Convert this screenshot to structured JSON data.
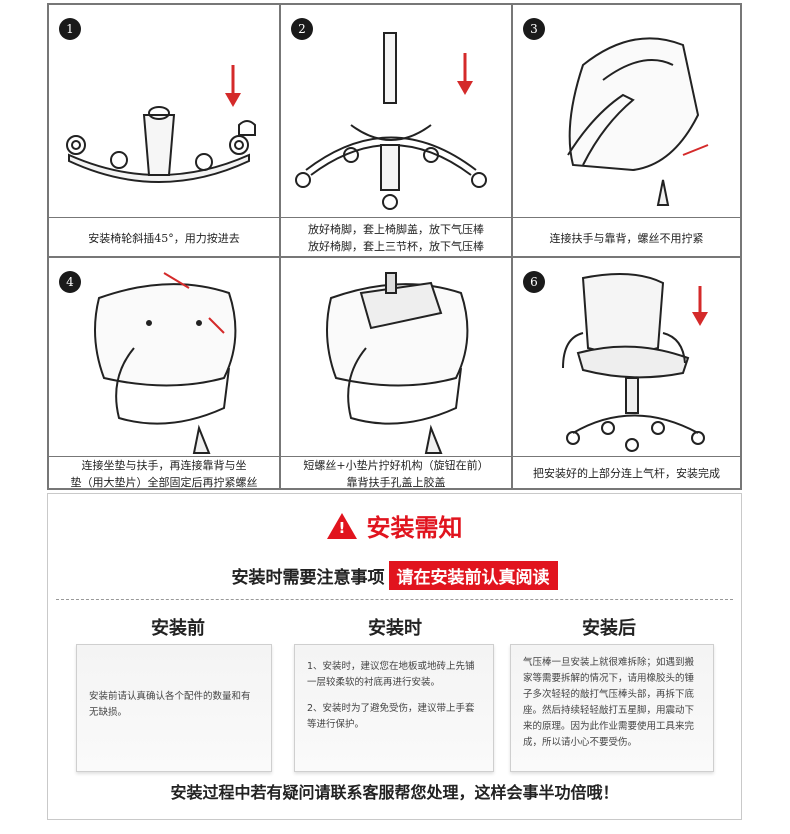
{
  "steps": [
    {
      "number": "1",
      "caption_lines": [
        "安装椅轮斜插45°，用力按进去"
      ]
    },
    {
      "number": "2",
      "caption_lines": [
        "放好椅脚，套上椅脚盖，放下气压棒",
        "放好椅脚，套上三节杯，放下气压棒"
      ]
    },
    {
      "number": "3",
      "caption_lines": [
        "连接扶手与靠背，螺丝不用拧紧"
      ]
    },
    {
      "number": "4",
      "caption_lines": [
        "连接坐垫与扶手，再连接靠背与坐",
        "垫（用大垫片）全部固定后再拧紧螺丝"
      ]
    },
    {
      "number": "",
      "caption_lines": [
        "短螺丝+小垫片拧好机构（旋钮在前）",
        "靠背扶手孔盖上胶盖"
      ]
    },
    {
      "number": "6",
      "caption_lines": [
        "把安装好的上部分连上气杆，安装完成"
      ]
    }
  ],
  "notice": {
    "warning_symbol": "!",
    "title": "安装需知",
    "subtitle": "安装时需要注意事项",
    "subtitle_highlight": "请在安装前认真阅读",
    "columns": [
      {
        "title": "安装前",
        "paragraphs": [
          "安装前请认真确认各个配件的数量和有无缺损。"
        ]
      },
      {
        "title": "安装时",
        "paragraphs": [
          "1、安装时，建议您在地板或地砖上先铺一层较柔软的衬底再进行安装。",
          "2、安装时为了避免受伤，建议带上手套等进行保护。"
        ]
      },
      {
        "title": "安装后",
        "paragraphs": [
          "气压棒一旦安装上就很难拆除；如遇到搬家等需要拆解的情况下，请用橡胶头的锤子多次轻轻的敲打气压棒头部，再拆下底座。然后持续轻轻敲打五星脚，用震动下来的原理。因为此作业需要使用工具来完成，所以请小心不要受伤。"
        ]
      }
    ],
    "footer": "安装过程中若有疑问请联系客服帮您处理，这样会事半功倍哦！"
  },
  "colors": {
    "accent_red": "#e1141e",
    "line": "#777777",
    "arrow": "#d42a2a"
  }
}
